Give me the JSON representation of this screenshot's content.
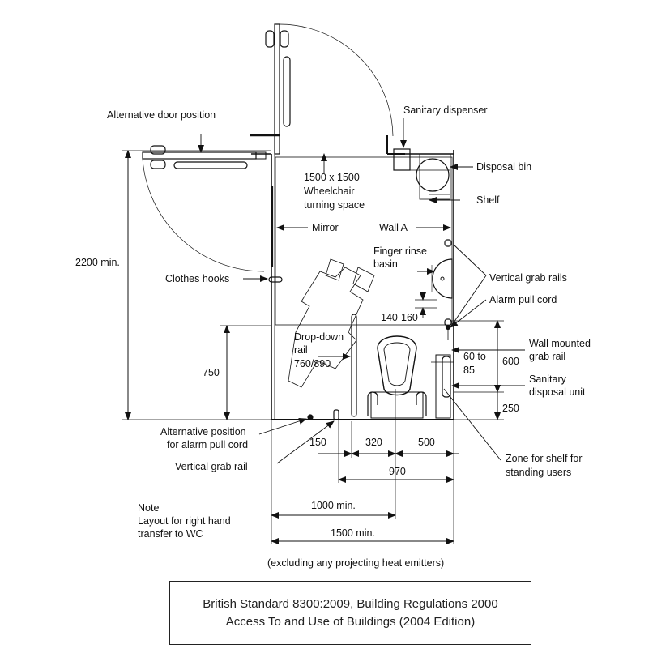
{
  "labels": {
    "alternative_door_position": "Alternative door position",
    "sanitary_dispenser": "Sanitary dispenser",
    "disposal_bin": "Disposal bin",
    "shelf": "Shelf",
    "turning_space_1": "1500 x 1500",
    "turning_space_2": "Wheelchair",
    "turning_space_3": "turning space",
    "mirror": "Mirror",
    "wall_a": "Wall A",
    "finger_rinse_1": "Finger rinse",
    "finger_rinse_2": "basin",
    "vertical_grab_rails": "Vertical grab rails",
    "clothes_hooks": "Clothes hooks",
    "alarm_pull_cord": "Alarm pull cord",
    "drop_down_1": "Drop-down",
    "drop_down_2": "rail",
    "drop_down_3": "760/890",
    "wall_mounted_1": "Wall mounted",
    "wall_mounted_2": "grab rail",
    "sanitary_disposal_1": "Sanitary",
    "sanitary_disposal_2": "disposal unit",
    "alt_position_1": "Alternative position",
    "alt_position_2": "for alarm pull cord",
    "vertical_grab_rail": "Vertical grab rail",
    "zone_shelf_1": "Zone for shelf for",
    "zone_shelf_2": "standing users",
    "note_1": "Note",
    "note_2": "Layout for right hand",
    "note_3": "transfer to WC",
    "excluding": "(excluding any projecting heat emitters)"
  },
  "dimensions": {
    "height_2200": "2200 min.",
    "height_750": "750",
    "range_140_160": "140-160",
    "range_60_85_a": "60 to",
    "range_60_85_b": "85",
    "height_600": "600",
    "height_250": "250",
    "w_150": "150",
    "w_320": "320",
    "w_500": "500",
    "w_970": "970",
    "w_1000": "1000 min.",
    "w_1500": "1500 min."
  },
  "caption": {
    "line1": "British Standard 8300:2009, Building Regulations 2000",
    "line2": "Access To and Use of Buildings (2004 Edition)"
  }
}
